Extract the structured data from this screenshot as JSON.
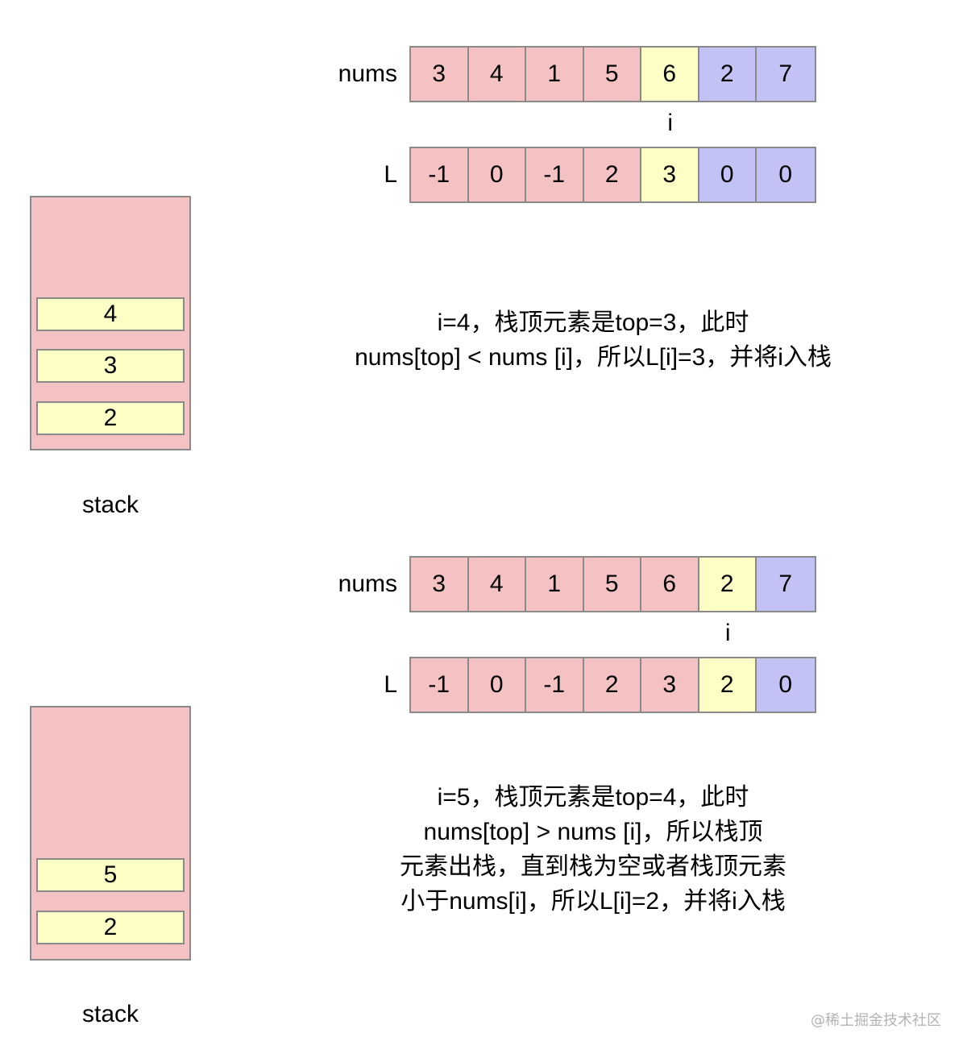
{
  "colors": {
    "processed": "#f4c2c2",
    "current": "#fdfdc6",
    "pending": "#c2c2f4",
    "border": "#8a8a8a"
  },
  "panels": [
    {
      "nums_label": "nums",
      "L_label": "L",
      "pointer": "i",
      "pointer_index": 4,
      "nums": [
        "3",
        "4",
        "1",
        "5",
        "6",
        "2",
        "7"
      ],
      "L": [
        "-1",
        "0",
        "-1",
        "2",
        "3",
        "0",
        "0"
      ],
      "states": [
        "processed",
        "processed",
        "processed",
        "processed",
        "current",
        "pending",
        "pending"
      ],
      "stack": [
        "4",
        "3",
        "2"
      ],
      "stack_label": "stack",
      "note": [
        "i=4，栈顶元素是top=3，此时",
        "nums[top] < nums [i]，所以L[i]=3，并将i入栈"
      ]
    },
    {
      "nums_label": "nums",
      "L_label": "L",
      "pointer": "i",
      "pointer_index": 5,
      "nums": [
        "3",
        "4",
        "1",
        "5",
        "6",
        "2",
        "7"
      ],
      "L": [
        "-1",
        "0",
        "-1",
        "2",
        "3",
        "2",
        "0"
      ],
      "states": [
        "processed",
        "processed",
        "processed",
        "processed",
        "processed",
        "current",
        "pending"
      ],
      "stack": [
        "5",
        "2"
      ],
      "stack_label": "stack",
      "note": [
        "i=5，栈顶元素是top=4，此时",
        "nums[top] > nums [i]，所以栈顶",
        "元素出栈，直到栈为空或者栈顶元素",
        "小于nums[i]，所以L[i]=2，并将i入栈"
      ]
    }
  ],
  "watermark": "@稀土掘金技术社区"
}
